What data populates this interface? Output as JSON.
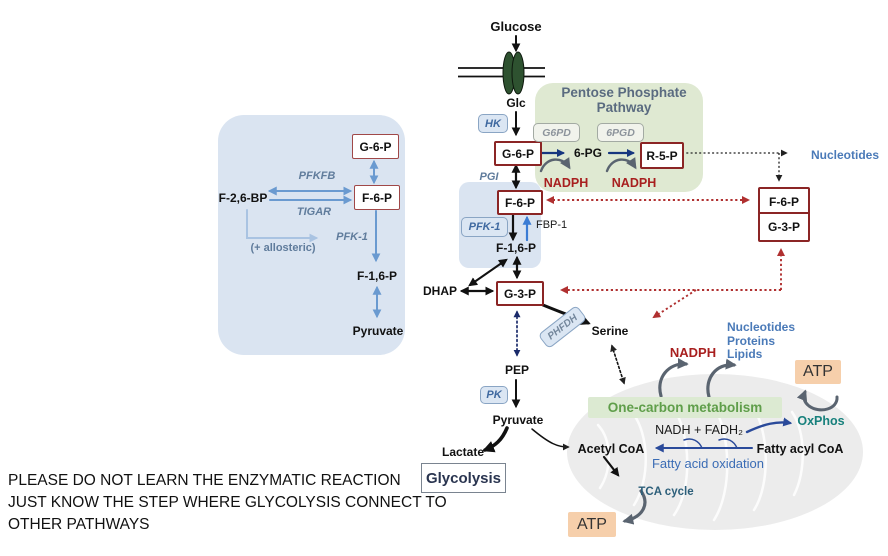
{
  "note": {
    "line1": "PLEASE DO NOT LEARN THE ENZYMATIC REACTION",
    "line2": "JUST KNOW THE STEP WHERE GLYCOLYSIS CONNECT TO",
    "line3": "OTHER PATHWAYS"
  },
  "regulation": {
    "g6p": "G-6-P",
    "f6p": "F-6-P",
    "f26bp": "F-2,6-BP",
    "pfkfb": "PFKFB",
    "tigar": "TIGAR",
    "pfk1": "PFK-1",
    "allosteric": "(+ allosteric)",
    "f16p": "F-1,6-P",
    "pyruvate": "Pyruvate"
  },
  "glycolysis": {
    "glucose": "Glucose",
    "glc": "Glc",
    "hk": "HK",
    "g6p": "G-6-P",
    "pgi": "PGI",
    "f6p": "F-6-P",
    "pfk1": "PFK-1",
    "fbp1": "FBP-1",
    "f16p": "F-1,6-P",
    "dhap": "DHAP",
    "g3p": "G-3-P",
    "phfdh": "PHFDH",
    "serine": "Serine",
    "pep": "PEP",
    "pk": "PK",
    "pyruvate": "Pyruvate",
    "lactate": "Lactate",
    "box_label": "Glycolysis"
  },
  "ppp": {
    "title_line1": "Pentose Phosphate",
    "title_line2": "Pathway",
    "g6pd": "G6PD",
    "pgd": "6PGD",
    "pg6": "6-PG",
    "r5p": "R-5-P",
    "nadph1": "NADPH",
    "nadph2": "NADPH"
  },
  "branch": {
    "nucleotides": "Nucleotides",
    "f6p": "F-6-P",
    "g3p": "G-3-P"
  },
  "one_carbon": {
    "nadph": "NADPH",
    "nucleotides": "Nucleotides",
    "proteins": "Proteins",
    "lipids": "Lipids",
    "label": "One-carbon metabolism",
    "atp_top": "ATP",
    "oxphos": "OxPhos",
    "nadh_fadh2": "NADH + FADH₂",
    "acetyl_coa": "Acetyl CoA",
    "fatty_acyl_coa": "Fatty acyl CoA",
    "fao": "Fatty acid oxidation",
    "tca": "TCA cycle",
    "atp_bottom": "ATP"
  },
  "colors": {
    "metabolite_box_border": "#8b2525",
    "nadph_red": "#a81f1f",
    "pathway_blue_text": "#4a7ab8",
    "ppp_panel_green": "#dfe9d2",
    "regulation_panel_blue": "#dae4f1",
    "one_carbon_green": "#5f9e4a",
    "atp_box_orange": "#f6cfab",
    "oxphos_teal": "#17807c",
    "enzyme_blue": "#3f69a0",
    "red_dotted_arrow": "#b03030",
    "navy_arrow": "#16367f"
  }
}
